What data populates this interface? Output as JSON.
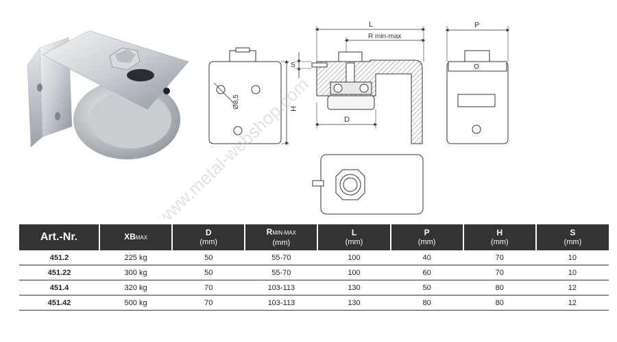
{
  "drawing": {
    "dims": {
      "L": "L",
      "R": "R min-max",
      "S": "S",
      "H": "H",
      "D": "D",
      "P": "P",
      "hole": "Ø8,5"
    },
    "watermark": "www.metal-webshop.com"
  },
  "table": {
    "headers": [
      {
        "main": "Art.-Nr.",
        "sub": "",
        "unit": ""
      },
      {
        "main": "XB",
        "sub": "MAX",
        "unit": ""
      },
      {
        "main": "D",
        "sub": "",
        "unit": "(mm)"
      },
      {
        "main": "R",
        "sub": "MIN-MAX",
        "unit": "(mm)"
      },
      {
        "main": "L",
        "sub": "",
        "unit": "(mm)"
      },
      {
        "main": "P",
        "sub": "",
        "unit": "(mm)"
      },
      {
        "main": "H",
        "sub": "",
        "unit": "(mm)"
      },
      {
        "main": "S",
        "sub": "",
        "unit": "(mm)"
      }
    ],
    "rows": [
      [
        "451.2",
        "225 kg",
        "50",
        "55-70",
        "100",
        "40",
        "70",
        "10"
      ],
      [
        "451.22",
        "300 kg",
        "50",
        "55-70",
        "100",
        "60",
        "70",
        "10"
      ],
      [
        "451.4",
        "320 kg",
        "70",
        "103-113",
        "130",
        "50",
        "80",
        "12"
      ],
      [
        "451.42",
        "500 kg",
        "70",
        "103-113",
        "130",
        "80",
        "80",
        "12"
      ]
    ]
  }
}
